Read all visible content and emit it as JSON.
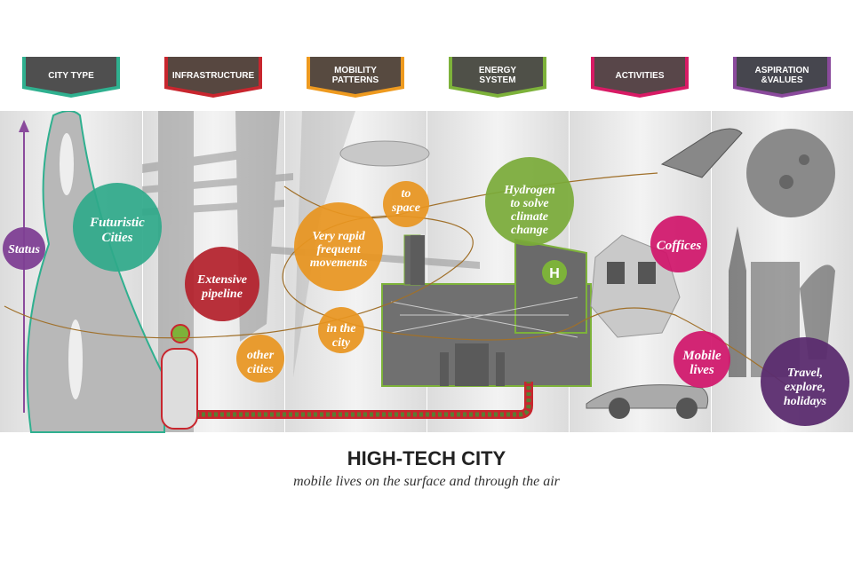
{
  "headers": [
    {
      "label": "CITY TYPE",
      "color": "#2fb08f"
    },
    {
      "label": "INFRASTRUCTURE",
      "color": "#c8262e"
    },
    {
      "label": "MOBILITY\nPATTERNS",
      "color": "#ee9a1f"
    },
    {
      "label": "ENERGY\nSYSTEM",
      "color": "#7db23a"
    },
    {
      "label": "ACTIVITIES",
      "color": "#d81b65"
    },
    {
      "label": "ASPIRATION\n&VALUES",
      "color": "#8a4a9c"
    }
  ],
  "header_fill": "#4f4f4f",
  "bubbles": {
    "status": [
      "Status"
    ],
    "futuristic": [
      "Futuristic",
      "Cities"
    ],
    "pipeline": [
      "Extensive",
      "pipeline"
    ],
    "rapid": [
      "Very rapid",
      "frequent",
      "movements"
    ],
    "space": [
      "to",
      "space"
    ],
    "city": [
      "in the",
      "city"
    ],
    "other": [
      "other",
      "cities"
    ],
    "hydrogen": [
      "Hydrogen",
      "to solve",
      "climate",
      "change"
    ],
    "coffices": [
      "Coffices"
    ],
    "mobile": [
      "Mobile",
      "lives"
    ],
    "travel": [
      "Travel,",
      "explore,",
      "holidays"
    ]
  },
  "hydrogen_badge": "H",
  "title": "HIGH-TECH CITY",
  "subtitle": "mobile lives on the surface and through the air"
}
